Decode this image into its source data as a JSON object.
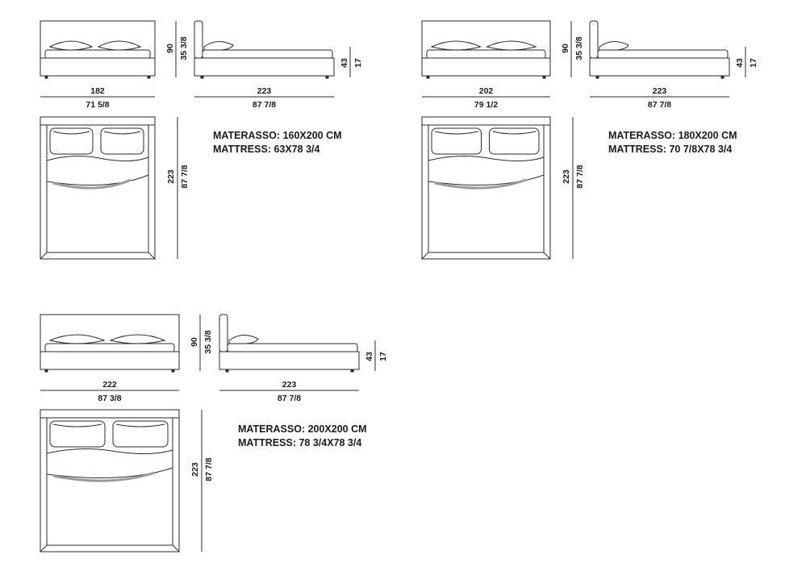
{
  "variants": [
    {
      "id": "160",
      "front": {
        "width_cm": "182",
        "width_in": "71 5/8",
        "height_cm": "90",
        "height_in": "35 3/8"
      },
      "side": {
        "length_cm": "223",
        "length_in": "87 7/8",
        "height_cm": "43",
        "height_in": "17"
      },
      "plan": {
        "length_cm": "223",
        "length_in": "87 7/8"
      },
      "note": {
        "line1": "MATERASSO: 160X200 CM",
        "line2": "MATTRESS: 63X78 3/4"
      }
    },
    {
      "id": "180",
      "front": {
        "width_cm": "202",
        "width_in": "79 1/2",
        "height_cm": "90",
        "height_in": "35 3/8"
      },
      "side": {
        "length_cm": "223",
        "length_in": "87 7/8",
        "height_cm": "43",
        "height_in": "17"
      },
      "plan": {
        "length_cm": "223",
        "length_in": "87 7/8"
      },
      "note": {
        "line1": "MATERASSO: 180X200 CM",
        "line2": "MATTRESS: 70 7/8X78 3/4"
      }
    },
    {
      "id": "200",
      "front": {
        "width_cm": "222",
        "width_in": "87 3/8",
        "height_cm": "90",
        "height_in": "35 3/8"
      },
      "side": {
        "length_cm": "223",
        "length_in": "87 7/8",
        "height_cm": "43",
        "height_in": "17"
      },
      "plan": {
        "length_cm": "223",
        "length_in": "87 7/8"
      },
      "note": {
        "line1": "MATERASSO: 200X200 CM",
        "line2": "MATTRESS: 78 3/4X78 3/4"
      }
    }
  ]
}
